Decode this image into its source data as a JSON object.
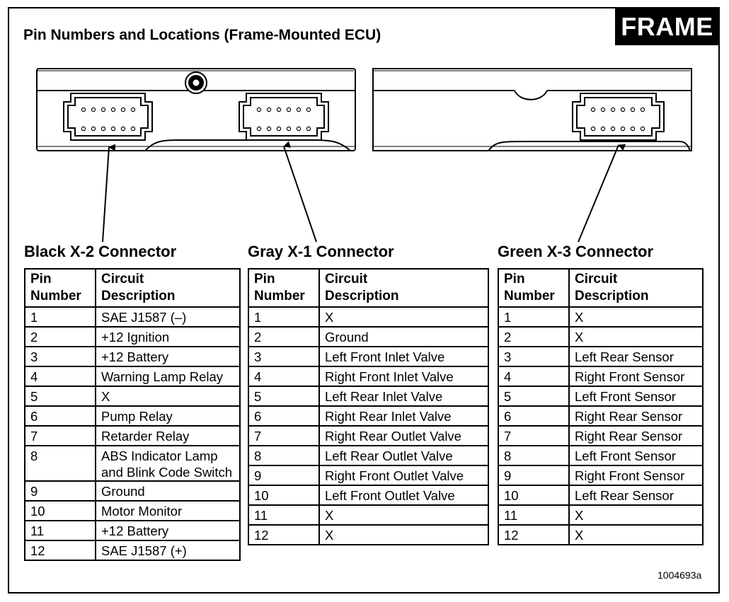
{
  "title": "Pin Numbers and Locations (Frame-Mounted ECU)",
  "badge": "FRAME",
  "figure_id": "1004693a",
  "headers": {
    "pin": "Pin\nNumber",
    "circuit": "Circuit\nDescription"
  },
  "connectors": [
    {
      "name": "Black X-2 Connector",
      "rows": [
        {
          "pin": "1",
          "circuit": "SAE J1587 (–)"
        },
        {
          "pin": "2",
          "circuit": "+12 Ignition"
        },
        {
          "pin": "3",
          "circuit": "+12 Battery"
        },
        {
          "pin": "4",
          "circuit": "Warning Lamp Relay"
        },
        {
          "pin": "5",
          "circuit": "X"
        },
        {
          "pin": "6",
          "circuit": "Pump Relay"
        },
        {
          "pin": "7",
          "circuit": "Retarder Relay"
        },
        {
          "pin": "8",
          "circuit": "ABS Indicator Lamp\nand Blink Code Switch"
        },
        {
          "pin": "9",
          "circuit": "Ground"
        },
        {
          "pin": "10",
          "circuit": "Motor Monitor"
        },
        {
          "pin": "11",
          "circuit": "+12 Battery"
        },
        {
          "pin": "12",
          "circuit": "SAE J1587 (+)"
        }
      ]
    },
    {
      "name": "Gray X-1 Connector",
      "rows": [
        {
          "pin": "1",
          "circuit": "X"
        },
        {
          "pin": "2",
          "circuit": "Ground"
        },
        {
          "pin": "3",
          "circuit": "Left Front Inlet Valve"
        },
        {
          "pin": "4",
          "circuit": "Right Front Inlet Valve"
        },
        {
          "pin": "5",
          "circuit": "Left Rear Inlet Valve"
        },
        {
          "pin": "6",
          "circuit": "Right Rear Inlet Valve"
        },
        {
          "pin": "7",
          "circuit": "Right Rear Outlet Valve"
        },
        {
          "pin": "8",
          "circuit": "Left Rear Outlet Valve"
        },
        {
          "pin": "9",
          "circuit": "Right Front Outlet Valve"
        },
        {
          "pin": "10",
          "circuit": "Left Front Outlet Valve"
        },
        {
          "pin": "11",
          "circuit": "X"
        },
        {
          "pin": "12",
          "circuit": "X"
        }
      ]
    },
    {
      "name": "Green X-3 Connector",
      "rows": [
        {
          "pin": "1",
          "circuit": "X"
        },
        {
          "pin": "2",
          "circuit": "X"
        },
        {
          "pin": "3",
          "circuit": "Left Rear Sensor"
        },
        {
          "pin": "4",
          "circuit": "Right Front Sensor"
        },
        {
          "pin": "5",
          "circuit": "Left Front Sensor"
        },
        {
          "pin": "6",
          "circuit": "Right Rear Sensor"
        },
        {
          "pin": "7",
          "circuit": "Right Rear Sensor"
        },
        {
          "pin": "8",
          "circuit": "Left Front Sensor"
        },
        {
          "pin": "9",
          "circuit": "Right Front Sensor"
        },
        {
          "pin": "10",
          "circuit": "Left Rear Sensor"
        },
        {
          "pin": "11",
          "circuit": "X"
        },
        {
          "pin": "12",
          "circuit": "X"
        }
      ]
    }
  ]
}
